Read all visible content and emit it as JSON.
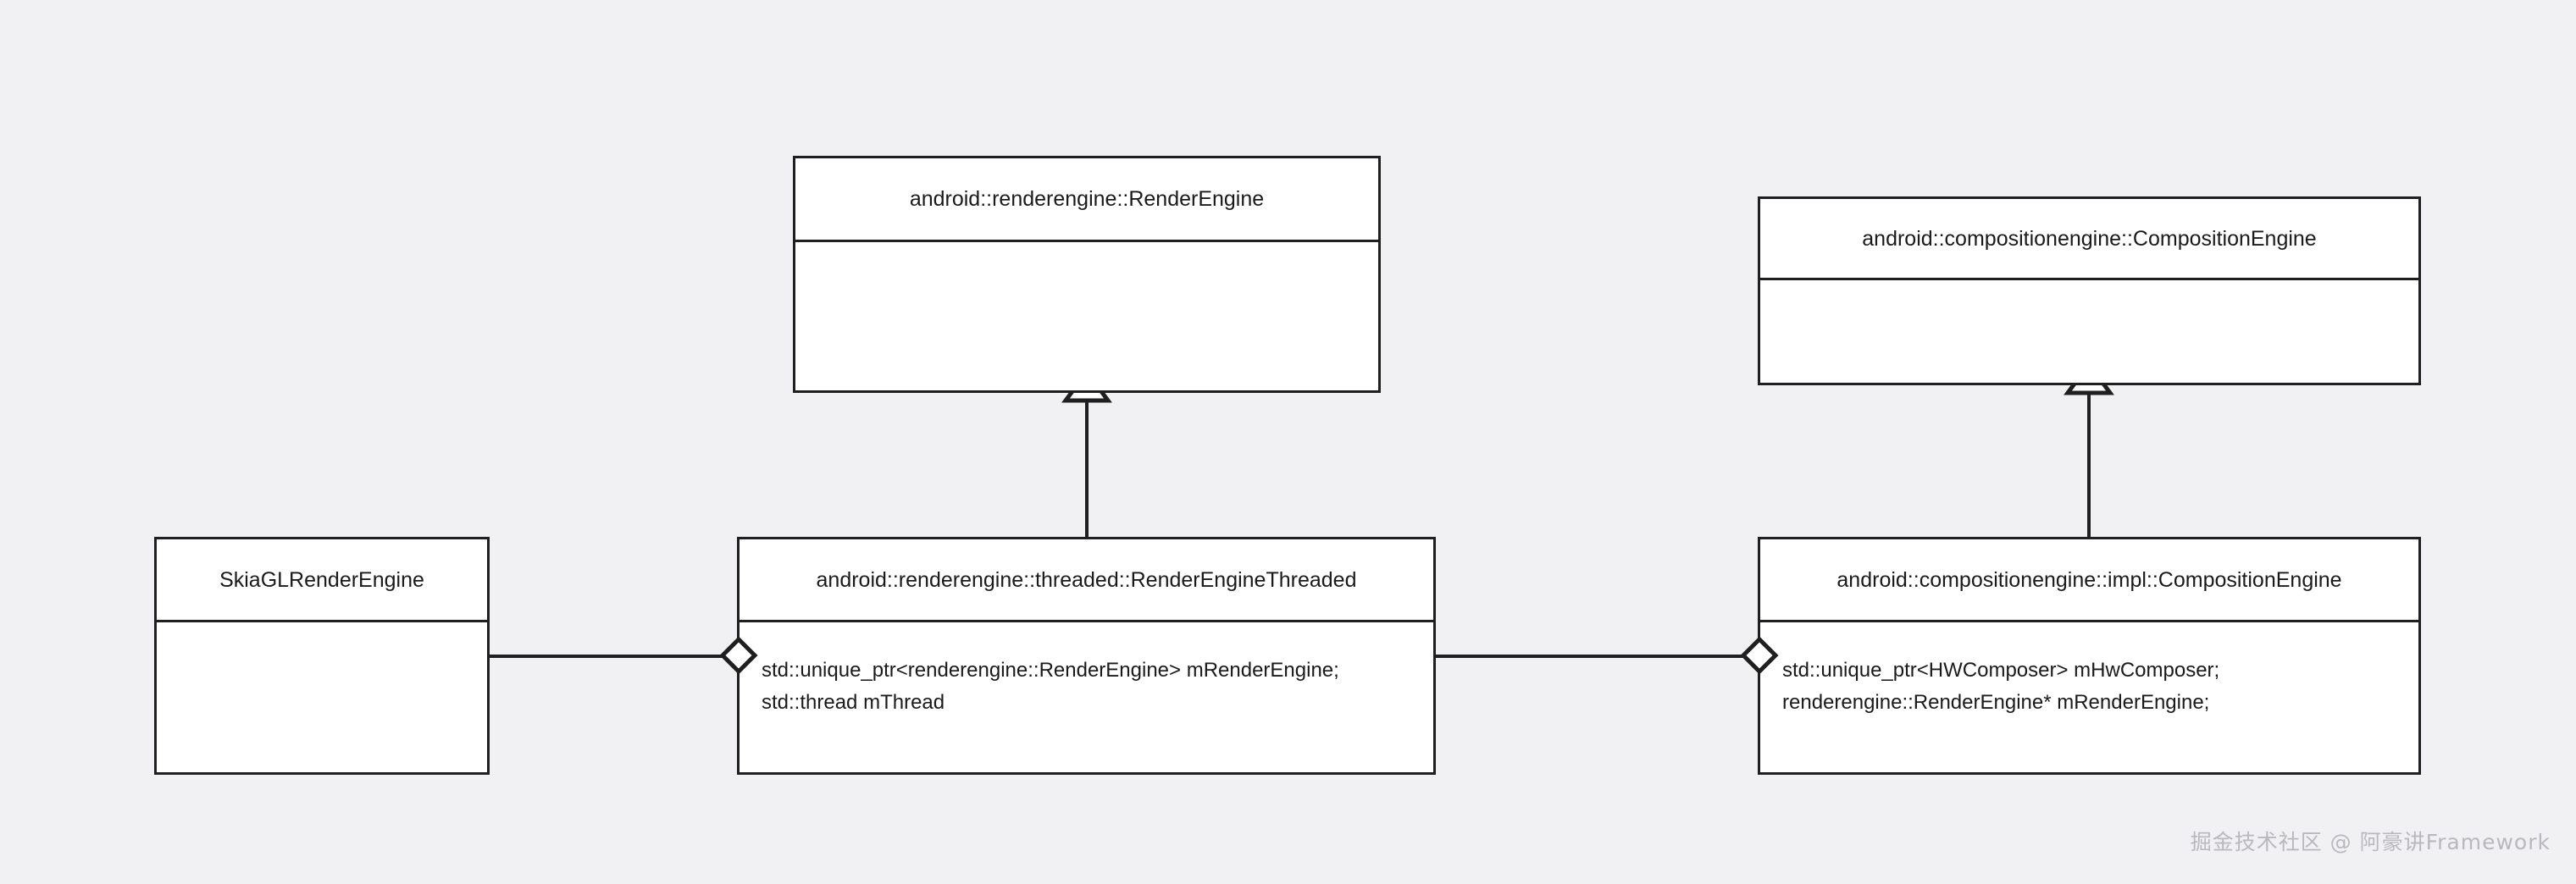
{
  "diagram": {
    "kind": "uml-class-diagram",
    "background_color": "#f1f1f3",
    "line_color": "#1f1f1f",
    "box_fill_color": "#ffffff",
    "text_color": "#1a1a1a"
  },
  "classes": {
    "render_engine": {
      "name": "android::renderengine::RenderEngine",
      "attributes": ""
    },
    "composition_engine": {
      "name": "android::compositionengine::CompositionEngine",
      "attributes": ""
    },
    "skia_gl_render_engine": {
      "name": "SkiaGLRenderEngine",
      "attributes": ""
    },
    "render_engine_threaded": {
      "name": "android::renderengine::threaded::RenderEngineThreaded",
      "attributes": "std::unique_ptr<renderengine::RenderEngine> mRenderEngine;\nstd::thread mThread"
    },
    "composition_engine_impl": {
      "name": "android::compositionengine::impl::CompositionEngine",
      "attributes": "std::unique_ptr<HWComposer> mHwComposer;\nrenderengine::RenderEngine* mRenderEngine;"
    }
  },
  "relationships": [
    {
      "id": "inheritance-threaded-to-renderengine",
      "type": "generalization",
      "marker": "hollow-triangle",
      "from": "android::renderengine::threaded::RenderEngineThreaded",
      "to": "android::renderengine::RenderEngine"
    },
    {
      "id": "inheritance-impl-to-compositionengine",
      "type": "generalization",
      "marker": "hollow-triangle",
      "from": "android::compositionengine::impl::CompositionEngine",
      "to": "android::compositionengine::CompositionEngine"
    },
    {
      "id": "aggregation-threaded-holds-skia",
      "type": "aggregation",
      "marker": "hollow-diamond",
      "from": "android::renderengine::threaded::RenderEngineThreaded",
      "to": "SkiaGLRenderEngine"
    },
    {
      "id": "aggregation-impl-holds-threaded",
      "type": "aggregation",
      "marker": "hollow-diamond",
      "from": "android::compositionengine::impl::CompositionEngine",
      "to": "android::renderengine::threaded::RenderEngineThreaded"
    }
  ],
  "watermark": {
    "text": "掘金技术社区 @ 阿豪讲Framework",
    "color": "#b9b9bd"
  }
}
